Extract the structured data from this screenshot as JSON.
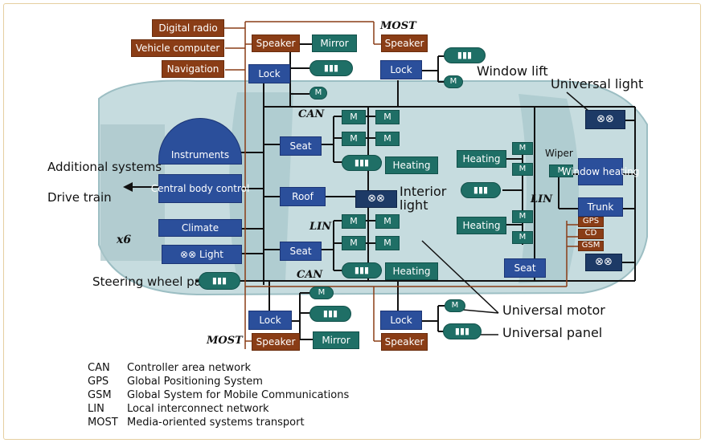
{
  "labels": {
    "digital_radio": "Digital radio",
    "vehicle_computer": "Vehicle computer",
    "navigation": "Navigation",
    "speaker": "Speaker",
    "mirror": "Mirror",
    "lock": "Lock",
    "seat": "Seat",
    "heating": "Heating",
    "instruments": "Instruments",
    "central_body_control": "Central body control",
    "climate": "Climate",
    "light": "Light",
    "roof": "Roof",
    "wiper": "Wiper",
    "window_heating": "Window heating",
    "trunk": "Trunk",
    "gps": "GPS",
    "cd": "CD",
    "gsm": "GSM",
    "most": "MOST",
    "can": "CAN",
    "lin": "LIN",
    "x6": "x6",
    "window_lift": "Window lift",
    "universal_light": "Universal light",
    "interior_light": "Interior light",
    "additional_systems": "Additional systems",
    "drive_train": "Drive train",
    "steering_wheel_panel": "Steering wheel panel",
    "universal_motor": "Universal motor",
    "universal_panel": "Universal panel",
    "motor_letter": "M"
  },
  "legend": [
    {
      "abbr": "CAN",
      "text": "Controller area network"
    },
    {
      "abbr": "GPS",
      "text": "Global Positioning System"
    },
    {
      "abbr": "GSM",
      "text": "Global System for Mobile Communications"
    },
    {
      "abbr": "LIN",
      "text": "Local interconnect network"
    },
    {
      "abbr": "MOST",
      "text": "Media-oriented systems transport"
    }
  ],
  "colors": {
    "blue_node": "#2b4f9b",
    "teal_node": "#1f6f66",
    "brown_node": "#8a3d16",
    "bus_line": "#111111",
    "most_line": "#8a3d16",
    "car_body": "#bcd6d9"
  }
}
